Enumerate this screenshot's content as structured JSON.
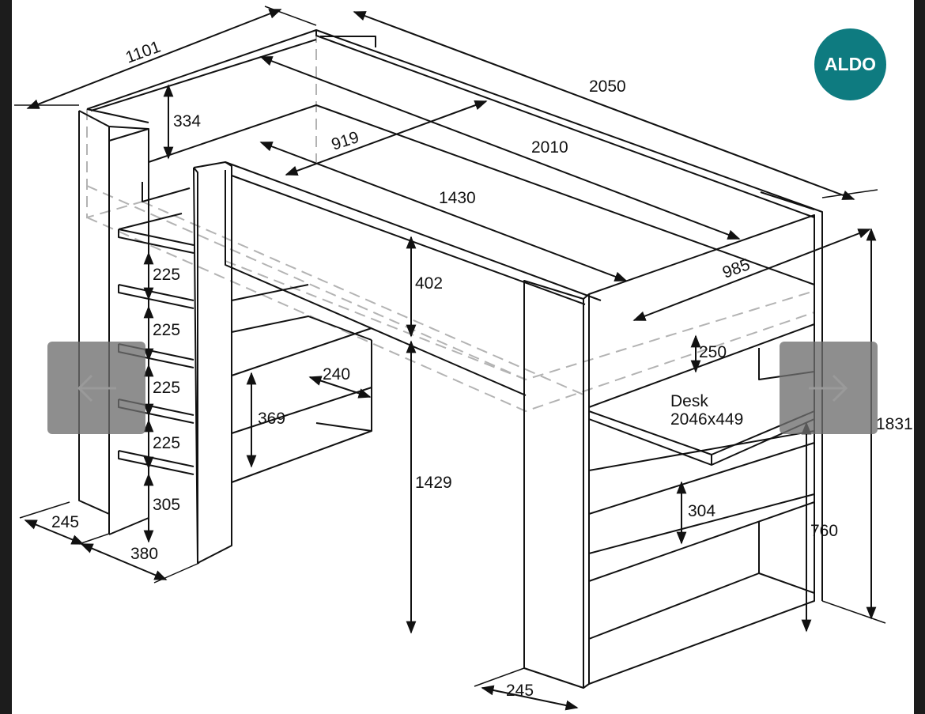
{
  "logo": {
    "text": "ALDO",
    "color": "#0e7b80"
  },
  "navigation": {
    "prev_icon": "arrow-left-icon",
    "next_icon": "arrow-right-icon"
  },
  "dimensions": {
    "overall_depth": "1101",
    "overall_length": "2050",
    "inner_length": "2010",
    "bed_width": "919",
    "guard_length": "1430",
    "right_depth": "985",
    "top_height": "334",
    "guard_height": "402",
    "shelf_right_top": "250",
    "step_1": "225",
    "step_2": "225",
    "step_3": "225",
    "step_4": "225",
    "step_bottom": "305",
    "ladder_depth": "245",
    "ladder_width": "380",
    "shelf_depth": "240",
    "shelf_height": "369",
    "under_height": "1429",
    "desk_label": "Desk",
    "desk_size": "2046x449",
    "shelf_lower": "304",
    "desk_height": "760",
    "total_height": "1831",
    "right_base_depth": "245"
  }
}
